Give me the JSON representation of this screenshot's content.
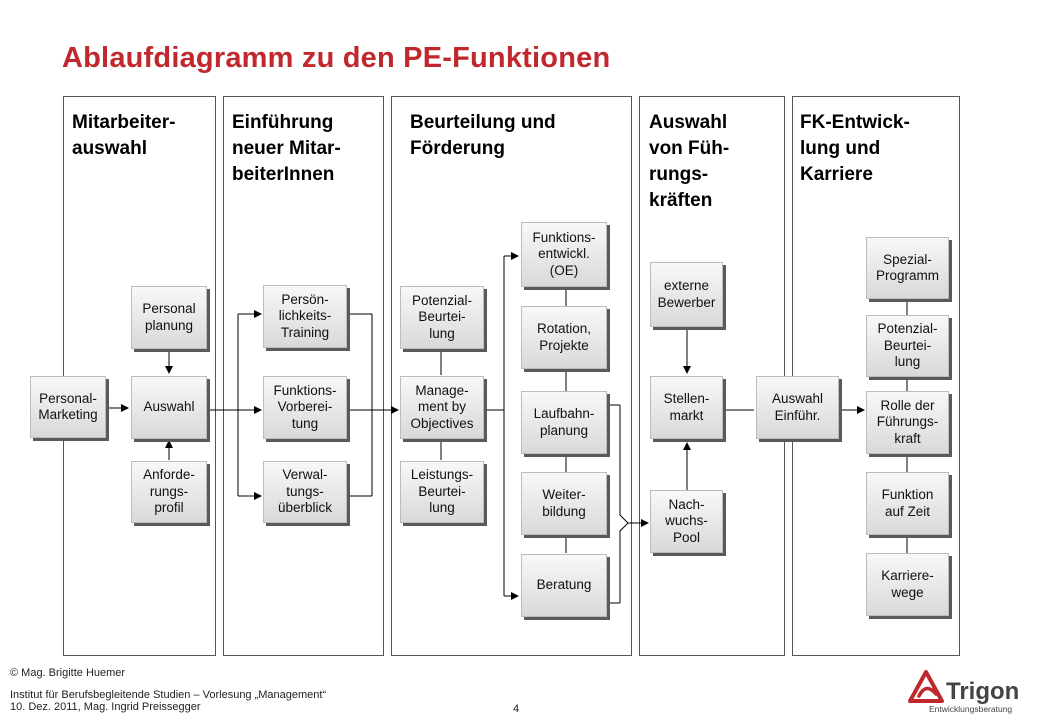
{
  "title": "Ablaufdiagramm zu den PE-Funktionen",
  "columns": [
    {
      "label": "Mitarbeiter-\nauswahl"
    },
    {
      "label": "Einführung\nneuer Mitar-\nbeiterInnen"
    },
    {
      "label": "Beurteilung und\nFörderung"
    },
    {
      "label": "Auswahl\nvon Füh-\nrungs-\nkräften"
    },
    {
      "label": "FK-Entwick-\nlung und\nKarriere"
    }
  ],
  "boxes": {
    "personal_marketing": "Personal-\nMarketing",
    "personalplanung": "Personal\nplanung",
    "auswahl": "Auswahl",
    "anforderungsprofil": "Anforde-\nrungs-\nprofil",
    "persoenlichkeits_training": "Persön-\nlichkeits-\nTraining",
    "funktions_vorbereitung": "Funktions-\nVorberei-\ntung",
    "verwaltungsueberblick": "Verwal-\ntungs-\nüberblick",
    "potenzial_beurteilung": "Potenzial-\nBeurtei-\nlung",
    "management_by_objectives": "Manage-\nment by\nObjectives",
    "leistungs_beurteilung": "Leistungs-\nBeurtei-\nlung",
    "funktionsentwicklung": "Funktions-\nentwickl.\n(OE)",
    "rotation_projekte": "Rotation,\nProjekte",
    "laufbahnplanung": "Laufbahn-\nplanung",
    "weiterbildung": "Weiter-\nbildung",
    "beratung": "Beratung",
    "externe_bewerber": "externe\nBewerber",
    "stellenmarkt": "Stellen-\nmarkt",
    "nachwuchs_pool": "Nach-\nwuchs-\nPool",
    "auswahl_einfuehrung": "Auswahl\nEinführ.",
    "spezial_programm": "Spezial-\nProgramm",
    "fk_potenzial_beurteilung": "Potenzial-\nBeurtei-\nlung",
    "rolle_fuehrungskraft": "Rolle der\nFührungs-\nkraft",
    "funktion_auf_zeit": "Funktion\nauf Zeit",
    "karrierewege": "Karriere-\nwege"
  },
  "footer": {
    "copyright": "© Mag. Brigitte Huemer",
    "institute": "Institut für Berufsbegleitende Studien – Vorlesung „Management“",
    "date_author": "10. Dez. 2011, Mag. Ingrid Preissegger",
    "page_number": "4"
  },
  "logo": {
    "name": "Trigon",
    "subtitle": "Entwicklungsberatung",
    "icon": "trigon-logo-icon",
    "color": "#c0282e"
  }
}
